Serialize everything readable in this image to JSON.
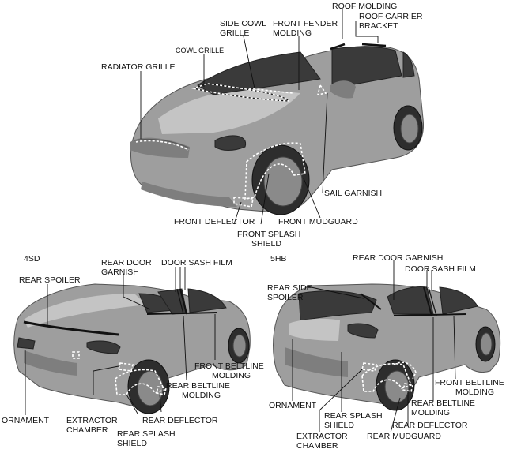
{
  "top": {
    "labels": {
      "roof_molding": "ROOF MOLDING",
      "side_cowl_grille": [
        "SIDE COWL",
        "GRILLE"
      ],
      "front_fender_molding": [
        "FRONT FENDER",
        "MOLDING"
      ],
      "roof_carrier_bracket": [
        "ROOF CARRIER",
        "BRACKET"
      ],
      "cowl_grille": "COWL GRILLE",
      "radiator_grille": "RADIATOR GRILLE",
      "sail_garnish": "SAIL GARNISH",
      "front_mudguard": "FRONT MUDGUARD",
      "front_deflector": "FRONT DEFLECTOR",
      "front_splash_shield": [
        "FRONT SPLASH",
        "SHIELD"
      ]
    }
  },
  "sd": {
    "variant": "4SD",
    "labels": {
      "rear_door_garnish": [
        "REAR DOOR",
        "GARNISH"
      ],
      "door_sash_film": "DOOR SASH FILM",
      "rear_spoiler": "REAR SPOILER",
      "front_beltline_molding": [
        "FRONT BELTLINE",
        "MOLDING"
      ],
      "rear_beltline_molding": [
        "REAR BELTLINE",
        "MOLDING"
      ],
      "ornament": "ORNAMENT",
      "extractor_chamber": [
        "EXTRACTOR",
        "CHAMBER"
      ],
      "rear_deflector": "REAR DEFLECTOR",
      "rear_splash_shield": [
        "REAR SPLASH",
        "SHIELD"
      ]
    }
  },
  "hb": {
    "variant": "5HB",
    "labels": {
      "rear_door_garnish": "REAR DOOR GARNISH",
      "door_sash_film": "DOOR SASH FILM",
      "rear_side_spoiler": [
        "REAR SIDE",
        "SPOILER"
      ],
      "front_beltline_molding": [
        "FRONT BELTLINE",
        "MOLDING"
      ],
      "rear_beltline_molding": [
        "REAR BELTLINE",
        "MOLDING"
      ],
      "ornament": "ORNAMENT",
      "rear_splash_shield": [
        "REAR SPLASH",
        "SHIELD"
      ],
      "rear_deflector": "REAR DEFLECTOR",
      "extractor_chamber": [
        "EXTRACTOR",
        "CHAMBER"
      ],
      "rear_mudguard": "REAR MUDGUARD"
    }
  }
}
